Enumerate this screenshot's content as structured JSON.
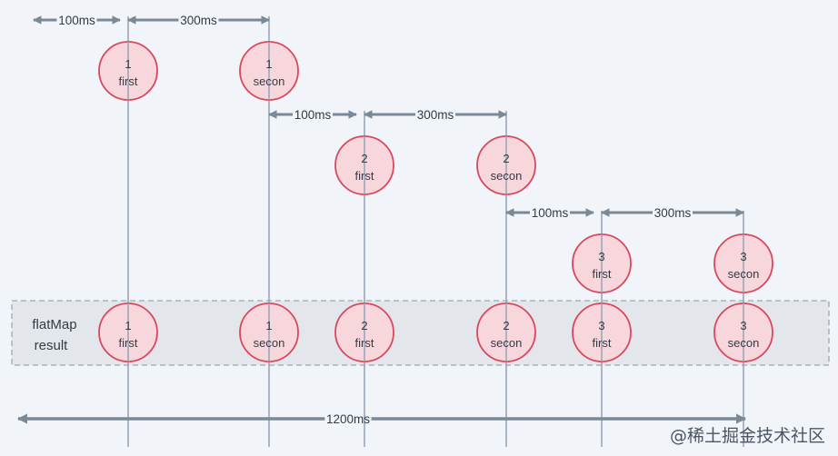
{
  "result_label_line1": "flatMap",
  "result_label_line2": "result",
  "total_label": "1200ms",
  "watermark": "@稀土掘金技术社区",
  "colors": {
    "background": "#f1f5f9",
    "line": "#9aa7b6",
    "arrow": "#7b8896",
    "circle_fill": "#f8d7dc",
    "circle_stroke": "#d9485e",
    "band_fill": "#e3e7ec",
    "band_stroke": "#9aa7b6",
    "text": "#333b46"
  },
  "emissions": [
    {
      "id": "1",
      "num": "1",
      "label": "first"
    },
    {
      "id": "2",
      "num": "1",
      "label": "secon"
    },
    {
      "id": "3",
      "num": "2",
      "label": "first"
    },
    {
      "id": "4",
      "num": "2",
      "label": "secon"
    },
    {
      "id": "5",
      "num": "3",
      "label": "first"
    },
    {
      "id": "6",
      "num": "3",
      "label": "secon"
    }
  ],
  "intervals": [
    {
      "label": "100ms"
    },
    {
      "label": "300ms"
    },
    {
      "label": "100ms"
    },
    {
      "label": "300ms"
    },
    {
      "label": "100ms"
    },
    {
      "label": "300ms"
    }
  ]
}
